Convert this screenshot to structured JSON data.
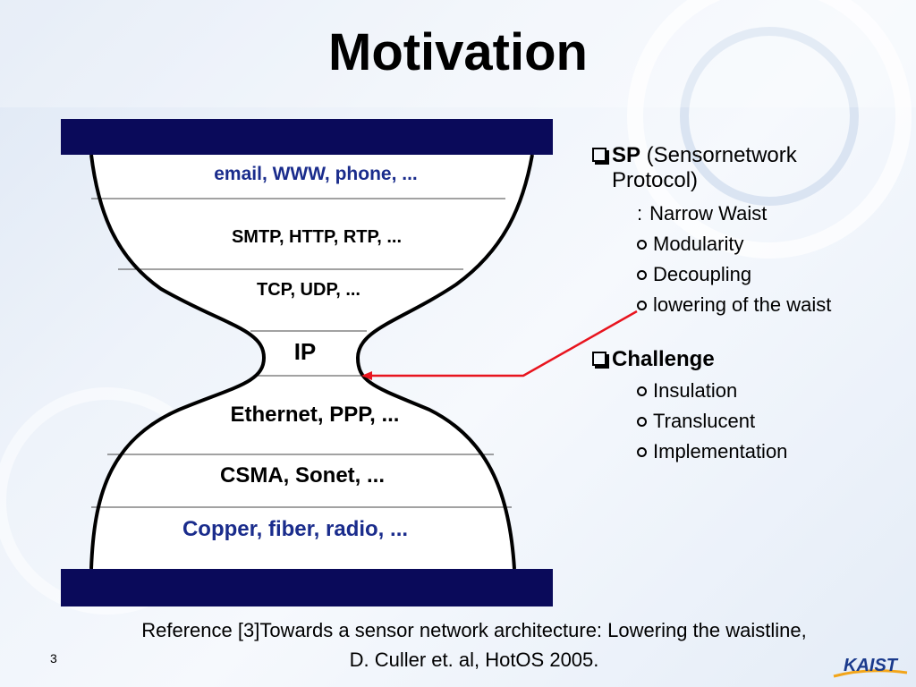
{
  "title": "Motivation",
  "layers": [
    {
      "label": "email, WWW, phone, ...",
      "color": "#1a2c8c"
    },
    {
      "label": "SMTP, HTTP, RTP, ...",
      "color": "#000000"
    },
    {
      "label": "TCP, UDP, ...",
      "color": "#000000"
    },
    {
      "label": "IP",
      "color": "#000000"
    },
    {
      "label": "Ethernet, PPP, ...",
      "color": "#000000"
    },
    {
      "label": "CSMA, Sonet, ...",
      "color": "#000000"
    },
    {
      "label": "Copper, fiber, radio, ...",
      "color": "#1a2c8c"
    }
  ],
  "bar_color": "#0a0a5a",
  "arrow_color": "#e8141e",
  "right_panel": {
    "sp": {
      "bold": "SP",
      "rest_line1": " (Sensornetwork",
      "rest_line2": "Protocol)",
      "items": [
        "Narrow Waist",
        "Modularity",
        "Decoupling",
        "lowering of the waist"
      ]
    },
    "challenge": {
      "bold": "Challenge",
      "items": [
        "Insulation",
        "Translucent",
        "Implementation"
      ]
    }
  },
  "reference": {
    "line1": "Reference [3]Towards a sensor network architecture: Lowering the waistline,",
    "line2": "D. Culler et. al, HotOS 2005."
  },
  "slide_number": "3",
  "logo_text": "KAIST"
}
